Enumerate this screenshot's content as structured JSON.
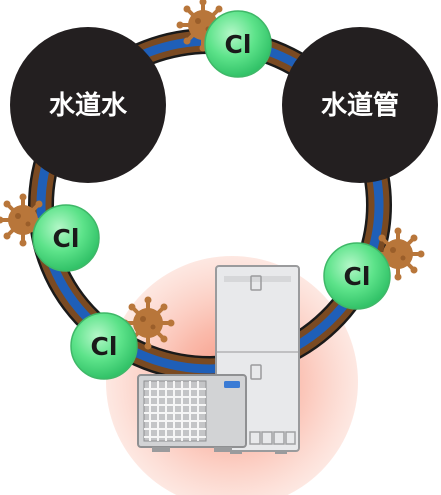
{
  "nodes": {
    "left": {
      "label": "水道水"
    },
    "right": {
      "label": "水道管"
    }
  },
  "chlorine_markers": [
    {
      "label": "Cl"
    },
    {
      "label": "Cl"
    },
    {
      "label": "Cl"
    },
    {
      "label": "Cl"
    }
  ],
  "colors": {
    "node_fill": "#231f20",
    "node_text": "#ffffff",
    "pipe_outer": "#1a1a1a",
    "pipe_rust": "#7a4a22",
    "pipe_water": "#1f5fb8",
    "cl_fill": "#5de38a",
    "cl_text": "#1a1a1a",
    "germ": "#b8763a",
    "glow": "#f7a08a",
    "tank": "#e6e7e9",
    "unit": "#d4d5d7"
  }
}
